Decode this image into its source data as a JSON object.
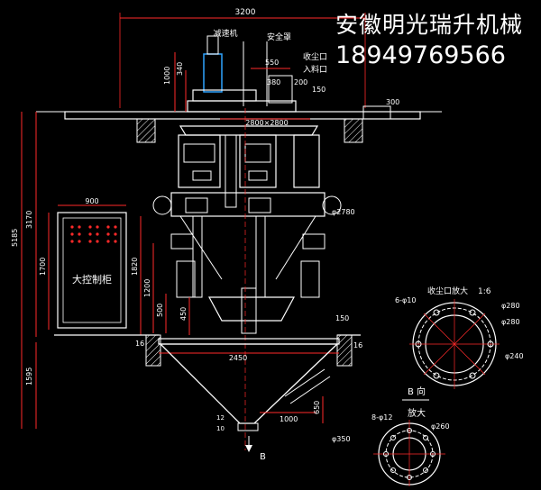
{
  "watermark": {
    "company": "安徽明光瑞升机械",
    "phone": "18949769566"
  },
  "colors": {
    "background": "#000000",
    "line": "#ffffff",
    "dimension": "#ff2a2a",
    "hatch": "#ffffff",
    "accent": "#2fa4ff"
  },
  "labels": {
    "speed_reducer": "减速机",
    "safety_cover": "安全罩",
    "dust_outlet": "收尘口",
    "material_inlet": "入料口",
    "control_cabinet": "大控制柜",
    "dust_outlet_enlarged": "收尘口放大",
    "scale": "1:6",
    "view_b_title": "B 向",
    "view_b_sub": "放大",
    "view_b_arrow": "B"
  },
  "dimensions": {
    "total_width": "3200",
    "d550": "550",
    "d380": "380",
    "d200": "200",
    "d150_top": "150",
    "d1000": "1000",
    "d340": "340",
    "d300": "300",
    "d2800": "2800×2800",
    "d900": "900",
    "d5185": "5185",
    "d3170": "3170",
    "d1700": "1700",
    "d1820": "1820",
    "d1200": "1200",
    "d500": "500",
    "d450": "450",
    "d16_left": "16",
    "d2450": "2450",
    "d150_mid": "150",
    "d1595": "1595",
    "d1000_chute": "1000",
    "d650": "650",
    "d12": "12",
    "d10": "10",
    "d2780": "φ2780",
    "d16_right": "16"
  },
  "detail_dust": {
    "holes": "6-φ10",
    "d_outer": "φ280",
    "d_mid": "φ280",
    "d_inner": "φ240"
  },
  "detail_b": {
    "holes": "8-φ12",
    "d350": "φ350",
    "d260": "φ260"
  }
}
